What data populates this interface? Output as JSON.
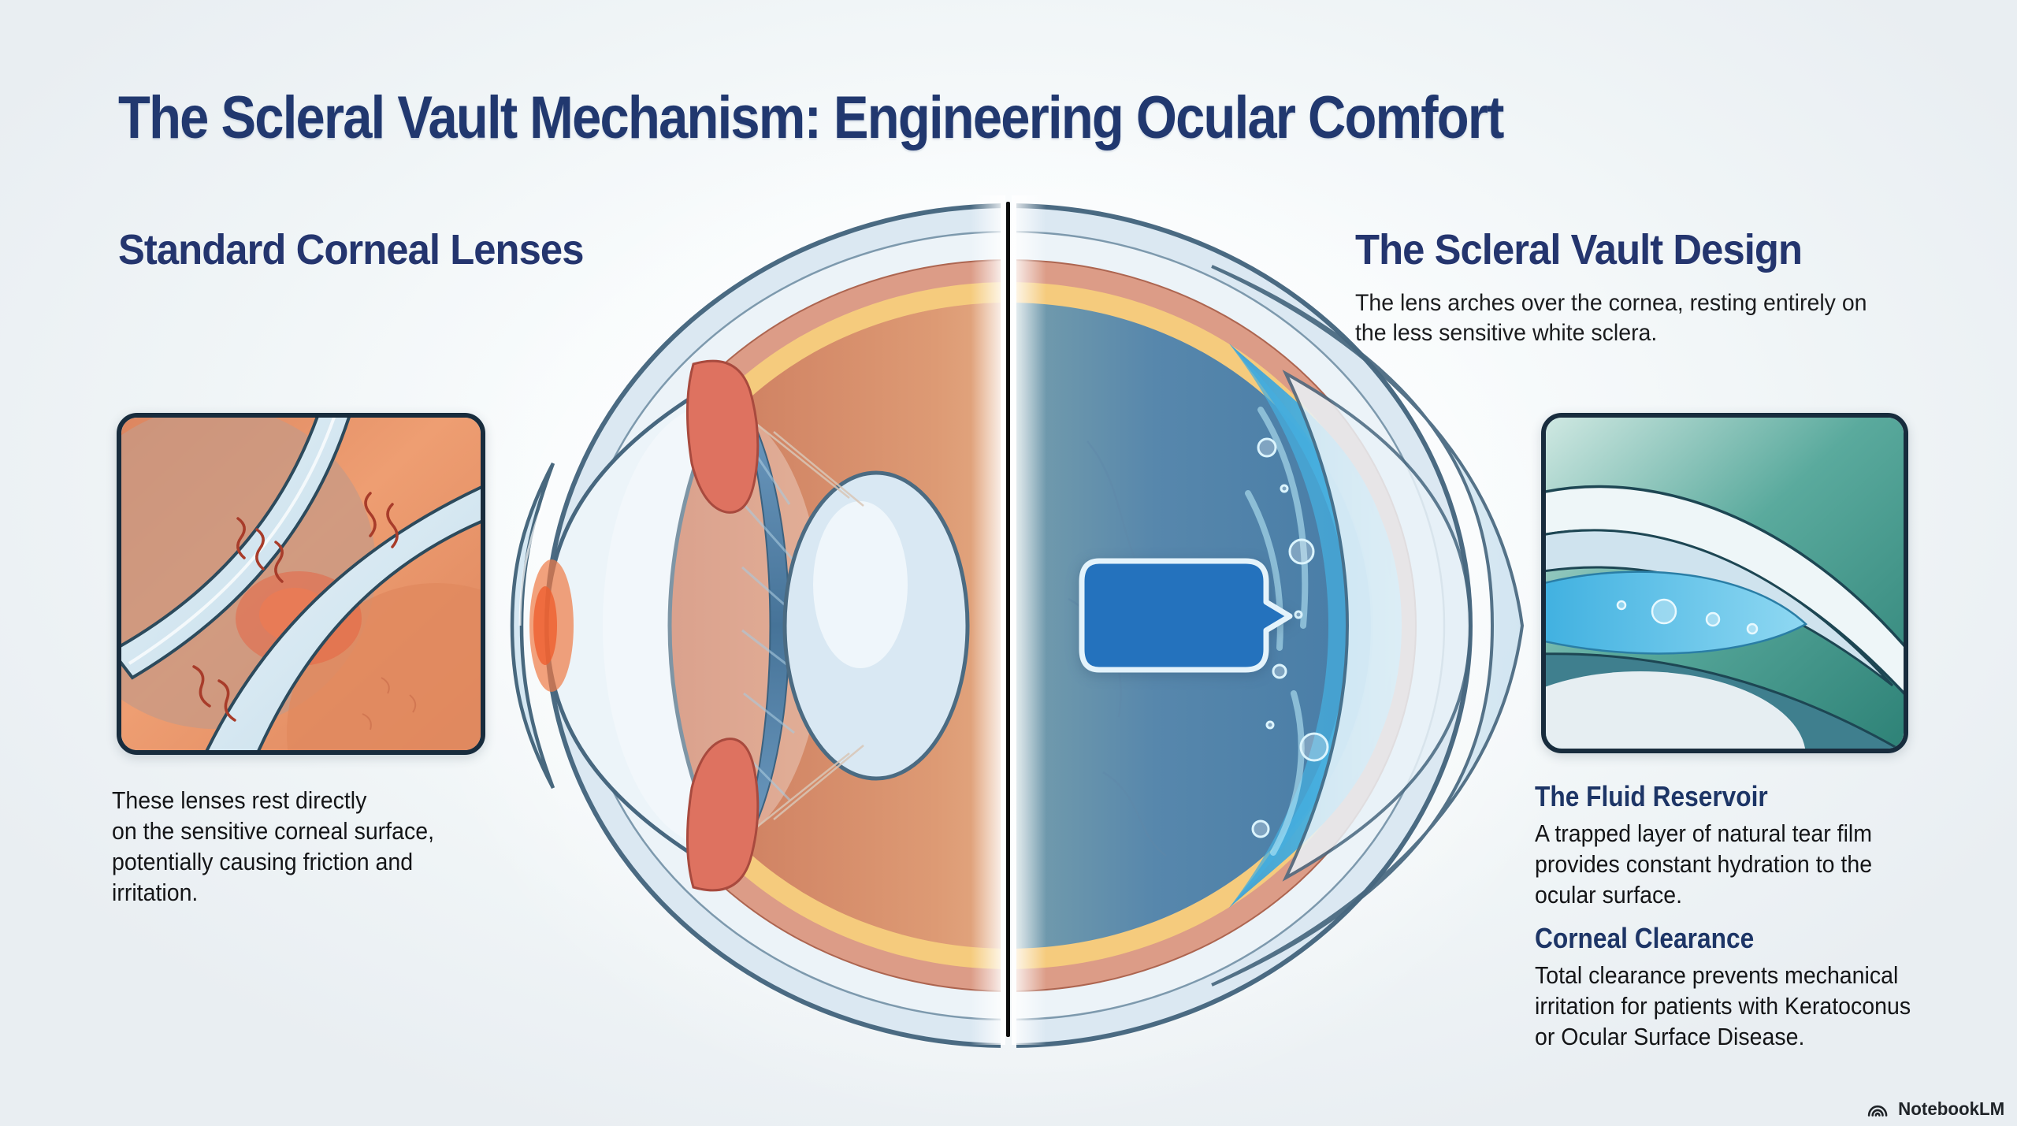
{
  "page": {
    "title": "The Scleral Vault Mechanism: Engineering Ocular Comfort"
  },
  "left_panel": {
    "heading": "Standard Corneal Lenses",
    "description": "These lenses rest directly\non the sensitive corneal surface,\npotentially causing friction and\nirritation.",
    "inset_icon": "corneal-friction-closeup"
  },
  "center": {
    "illustration": "split-eye-cross-section",
    "callout_label": ""
  },
  "right_panel": {
    "heading": "The Scleral Vault Design",
    "subtitle": "The lens arches over the cornea, resting entirely on\nthe less sensitive white sclera.",
    "inset_icon": "fluid-reservoir-closeup",
    "sections": [
      {
        "heading": "The Fluid Reservoir",
        "body": "A trapped layer of natural tear film\nprovides constant hydration to the\nocular surface."
      },
      {
        "heading": "Corneal Clearance",
        "body": "Total clearance prevents mechanical\nirritation for patients with Keratoconus\nor Ocular Surface Disease."
      }
    ]
  },
  "watermark": {
    "label": "NotebookLM",
    "icon": "notebooklm-logo-icon"
  },
  "colors": {
    "title_navy": "#21386f",
    "heading_navy": "#24356e",
    "body_text": "#141517",
    "callout_blue": "#2472bd",
    "callout_border": "#e4f3fb",
    "divider_black": "#0c0c0c",
    "background": "#eef2f5",
    "left_eye_tint": "#d98a66",
    "right_eye_tint": "#4e84ad",
    "fluid_cyan": "#45aede",
    "inset_border": "#182c3d"
  }
}
